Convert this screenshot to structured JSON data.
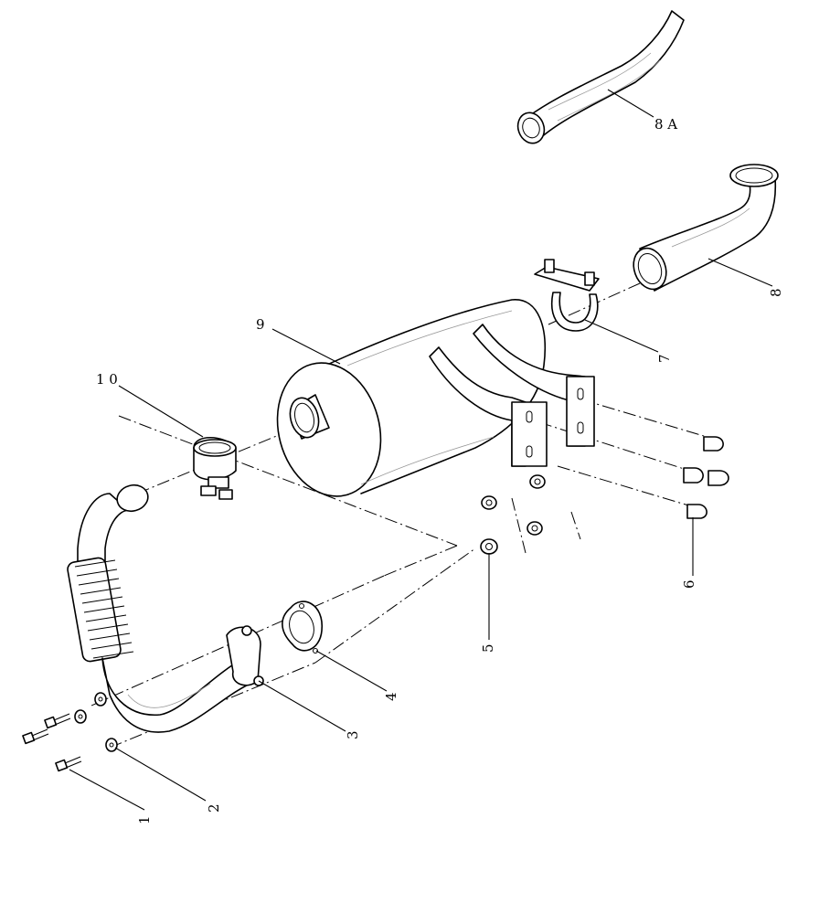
{
  "callouts": {
    "c1": "1",
    "c2": "2",
    "c3": "3",
    "c4": "4",
    "c5": "5",
    "c6": "6",
    "c7": "7",
    "c8": "8",
    "c8a": "8 A",
    "c9": "9",
    "c10": "1 0"
  }
}
